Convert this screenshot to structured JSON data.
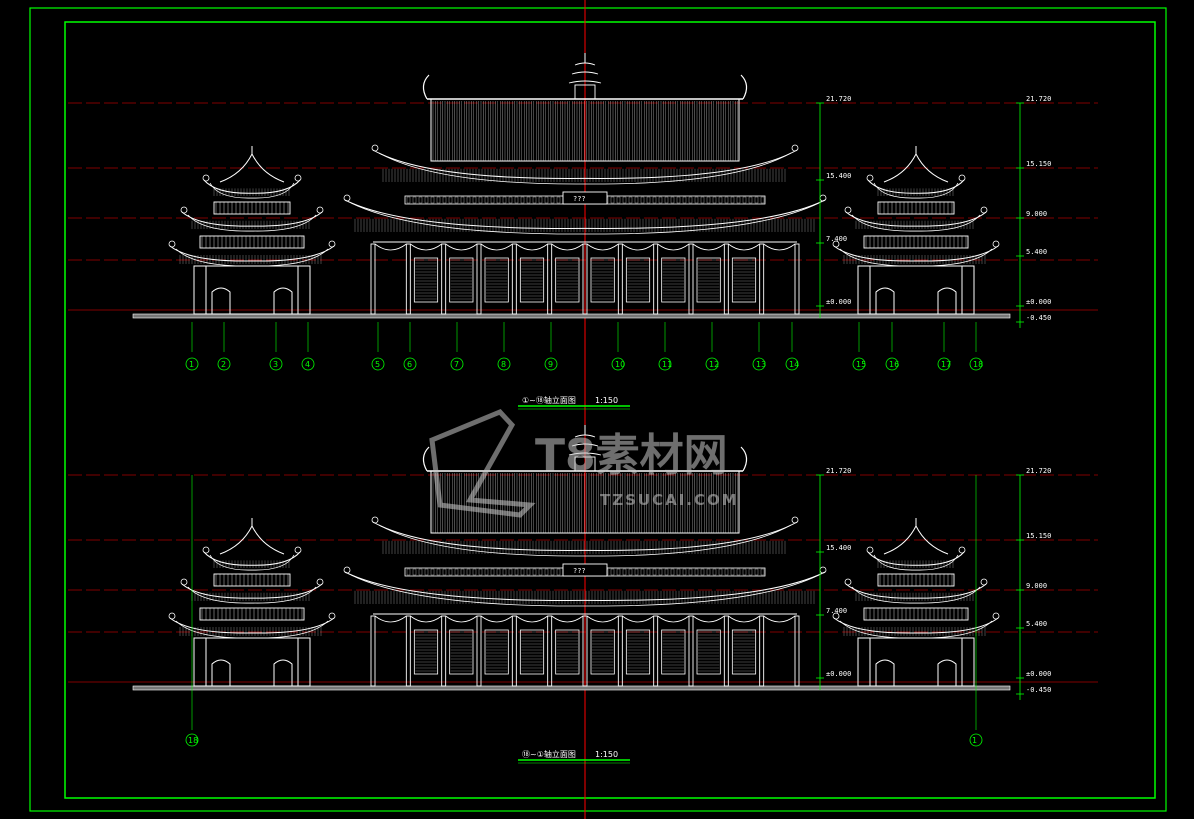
{
  "colors": {
    "background": "#000000",
    "border": "#00ff00",
    "axis_line": "#ff0000",
    "structure": "#ffffff",
    "dimension": "#00ff00"
  },
  "elevation_top": {
    "title": "①~⑱轴立面图",
    "scale": "1:150",
    "plaque": "???",
    "axes": [
      "1",
      "2",
      "3",
      "4",
      "5",
      "6",
      "7",
      "8",
      "9",
      "10",
      "11",
      "12",
      "13",
      "14",
      "15",
      "16",
      "17",
      "18"
    ],
    "levels_right": [
      "21.720",
      "15.150",
      "9.000",
      "5.400",
      "±0.000",
      "-0.450"
    ],
    "levels_center": [
      "21.720",
      "15.400",
      "7.400",
      "±0.000"
    ]
  },
  "elevation_bottom": {
    "title": "⑱~①轴立面图",
    "scale": "1:150",
    "plaque": "???",
    "axes": [
      "18",
      "1"
    ],
    "levels_right": [
      "21.720",
      "15.150",
      "9.000",
      "5.400",
      "±0.000",
      "-0.450"
    ],
    "levels_center": [
      "21.720",
      "15.400",
      "7.400",
      "±0.000"
    ]
  },
  "watermark": {
    "cn": "T8素材网",
    "en": "TZSUCAI.COM"
  }
}
